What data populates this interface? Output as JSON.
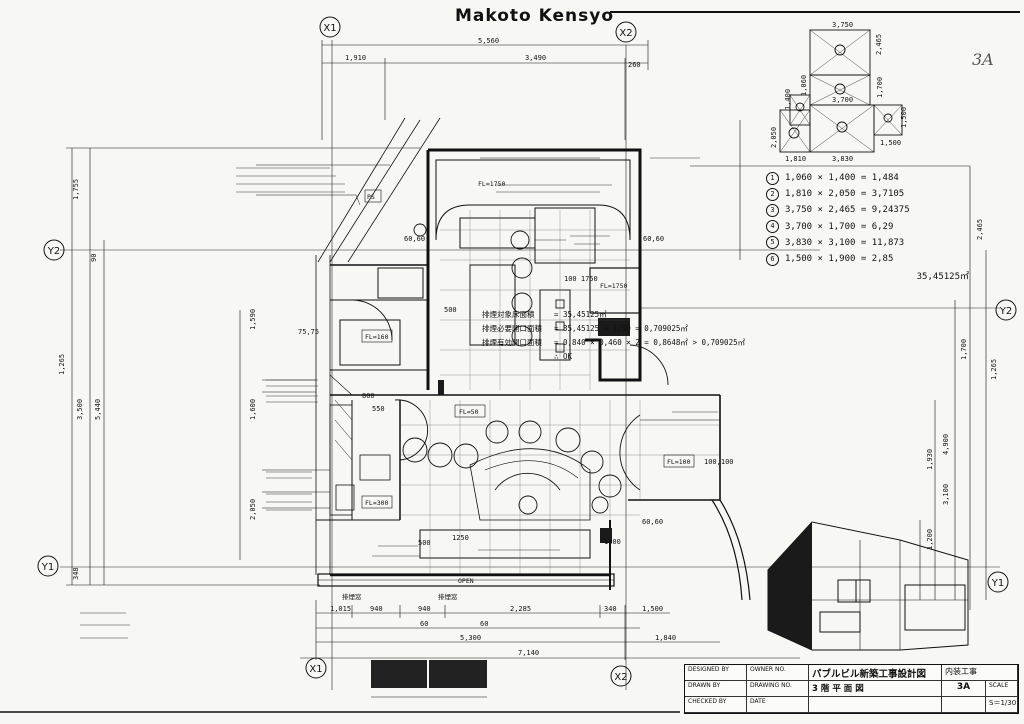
{
  "header": {
    "brand": "Makoto Kensyo",
    "sheet_no": "3A"
  },
  "grid_labels": [
    "X1",
    "X2",
    "Y2",
    "Y1"
  ],
  "dims_top": [
    "5,560",
    "1,910",
    "3,490",
    "260"
  ],
  "dims_left": [
    "1,755",
    "90",
    "1,265",
    "3,500",
    "5,440",
    "1,590",
    "1,600",
    "2,050",
    "348"
  ],
  "dims_bottom": [
    "1,015",
    "940",
    "940",
    "2,285",
    "340",
    "1,500",
    "60",
    "60",
    "5,300",
    "1,840",
    "7,140"
  ],
  "dims_right": [
    "2,465",
    "1,700",
    "1,265",
    "4,900",
    "1,930",
    "3,100",
    "1,200"
  ],
  "dims_misc": [
    "60,60",
    "60,60",
    "60,60",
    "75,75",
    "100,100",
    "100 1750",
    "500",
    "800",
    "550",
    "1250",
    "1400",
    "500"
  ],
  "rooms": [
    "FL=50",
    "FL=160",
    "FL=100",
    "FL=300",
    "FL=1750",
    "FL=1750",
    "PS"
  ],
  "labels_bottom": [
    "OPEN",
    "排煙窓",
    "排煙窓"
  ],
  "key_plan_dims": [
    "3,750",
    "2,465",
    "1,400",
    "1,700",
    "2,050",
    "1,810",
    "3,700",
    "1,500",
    "3,830",
    "1,500",
    "1,060"
  ],
  "area_list": [
    {
      "num": "1",
      "expr": "1,060 × 1,400 = 1,484"
    },
    {
      "num": "2",
      "expr": "1,810 × 2,050 = 3,7105"
    },
    {
      "num": "3",
      "expr": "3,750 × 2,465 = 9,24375"
    },
    {
      "num": "4",
      "expr": "3,700 × 1,700 = 6,29"
    },
    {
      "num": "5",
      "expr": "3,830 × 3,100 = 11,873"
    },
    {
      "num": "6",
      "expr": "1,500 × 1,900 = 2,85"
    }
  ],
  "area_total": "35,45125㎡",
  "calc": [
    {
      "label": "排煙対象床面積",
      "expr": "= 35,45125㎡"
    },
    {
      "label": "排煙必要開口面積",
      "expr": "= 35,45125 × 1/50 = 0,709025㎡"
    },
    {
      "label": "排煙有効開口面積",
      "expr": "= 0,840 × 0,460 × 2 = 0,8648㎡ > 0,709025㎡"
    },
    {
      "label": "",
      "expr": "∴ OK"
    }
  ],
  "title_block": {
    "designed_by": "DESIGNED BY",
    "drawn_by": "DRAWN BY",
    "checked_by": "CHECKED BY",
    "owner_no": "OWNER NO.",
    "drawing_no": "DRAWING NO.",
    "date": "DATE",
    "project": "パブルビル新築工事設計図",
    "sheet_name": "3 階 平 面 図",
    "discipline": "内装工事",
    "scale_label": "SCALE",
    "scale": "S＝1/30",
    "sheet_id": "3A"
  },
  "colors": {
    "ink": "#111111",
    "paper": "#f7f7f4",
    "fill": "#1a1a1a"
  }
}
